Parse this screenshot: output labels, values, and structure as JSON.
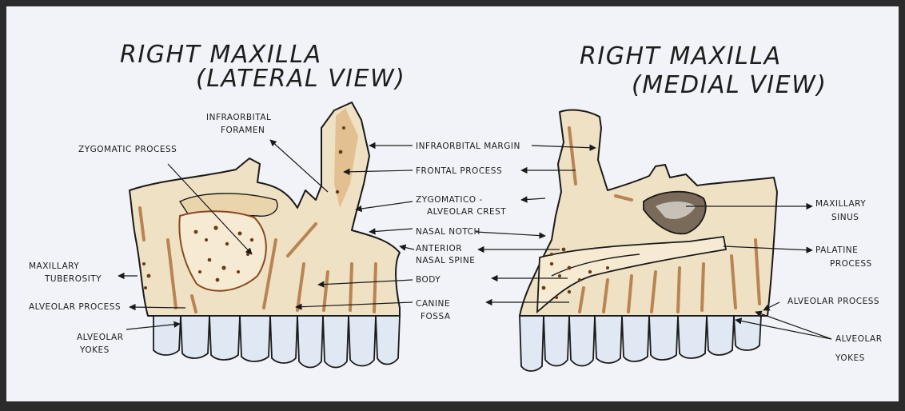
{
  "left_view": {
    "title_line1": "RIGHT MAXILLA",
    "title_line2": "(LATERAL VIEW)",
    "labels": {
      "infraorbital_foramen_1": "INFRAORBITAL",
      "infraorbital_foramen_2": "FORAMEN",
      "zygomatic_process": "ZYGOMATIC PROCESS",
      "maxillary_tuberosity_1": "MAXILLARY",
      "maxillary_tuberosity_2": "TUBEROSITY",
      "alveolar_process": "ALVEOLAR PROCESS",
      "alveolar_yokes_1": "ALVEOLAR",
      "alveolar_yokes_2": "YOKES"
    }
  },
  "center_labels": {
    "infraorbital_margin": "INFRAORBITAL MARGIN",
    "frontal_process": "FRONTAL PROCESS",
    "zygomatico_alveolar_1": "ZYGOMATICO -",
    "zygomatico_alveolar_2": "ALVEOLAR CREST",
    "nasal_notch": "NASAL NOTCH",
    "anterior_nasal_spine_1": "ANTERIOR",
    "anterior_nasal_spine_2": "NASAL SPINE",
    "body": "BODY",
    "canine_fossa_1": "CANINE",
    "canine_fossa_2": "FOSSA"
  },
  "right_view": {
    "title_line1": "RIGHT MAXILLA",
    "title_line2": "(MEDIAL VIEW)",
    "labels": {
      "maxillary_sinus_1": "MAXILLARY",
      "maxillary_sinus_2": "SINUS",
      "palatine_process_1": "PALATINE",
      "palatine_process_2": "PROCESS",
      "alveolar_process": "ALVEOLAR PROCESS",
      "alveolar_yokes_1": "ALVEOLAR",
      "alveolar_yokes_2": "YOKES"
    }
  },
  "colors": {
    "paper": "#f1f3f8",
    "bone": "#efe1c4",
    "shading": "#a7652e",
    "tooth": "#dfe8f3"
  }
}
